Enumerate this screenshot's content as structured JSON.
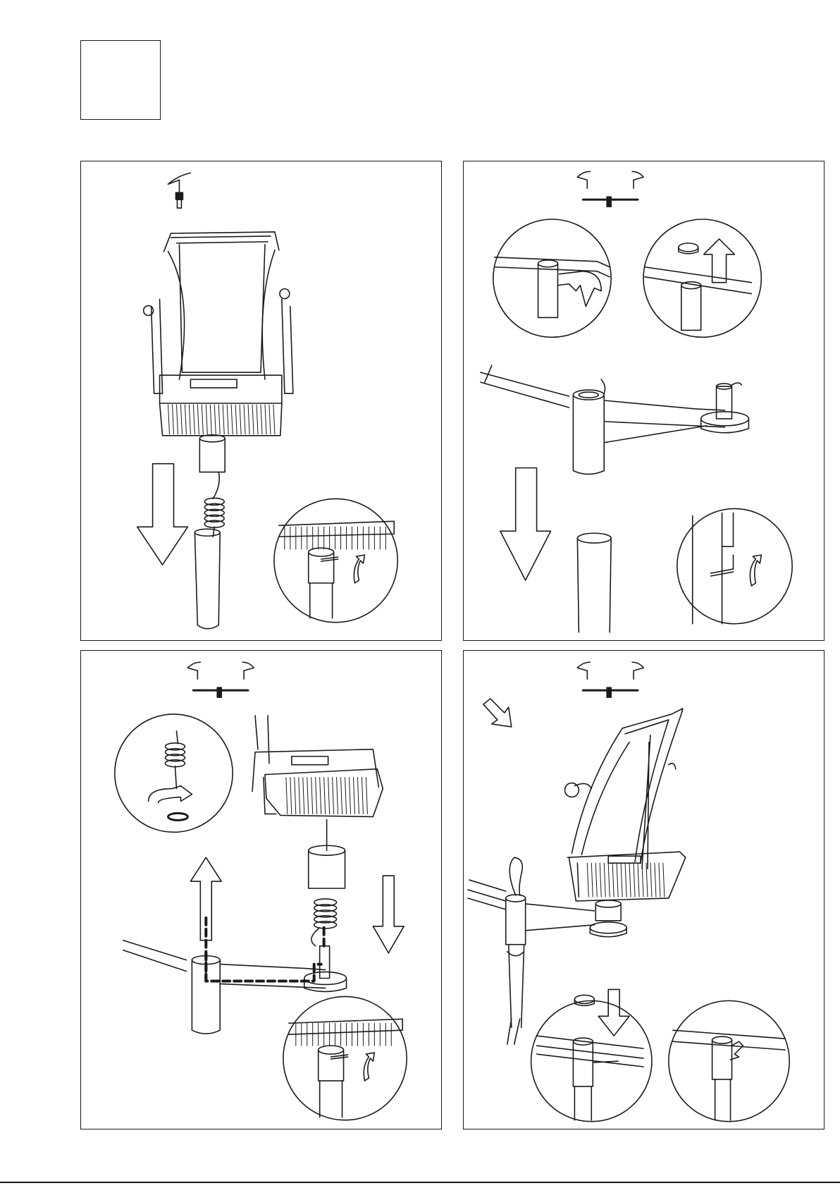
{
  "step_box": {
    "label": ""
  },
  "panels": [
    {
      "id": "panel-1",
      "icon": "single-luminaire-icon"
    },
    {
      "id": "panel-2",
      "icon": "twin-luminaire-icon"
    },
    {
      "id": "panel-3",
      "icon": "twin-luminaire-icon"
    },
    {
      "id": "panel-4",
      "icon": "twin-luminaire-icon"
    }
  ],
  "footer": {
    "code": ""
  },
  "colors": {
    "line": "#1a1a1a",
    "background": "#ffffff"
  }
}
